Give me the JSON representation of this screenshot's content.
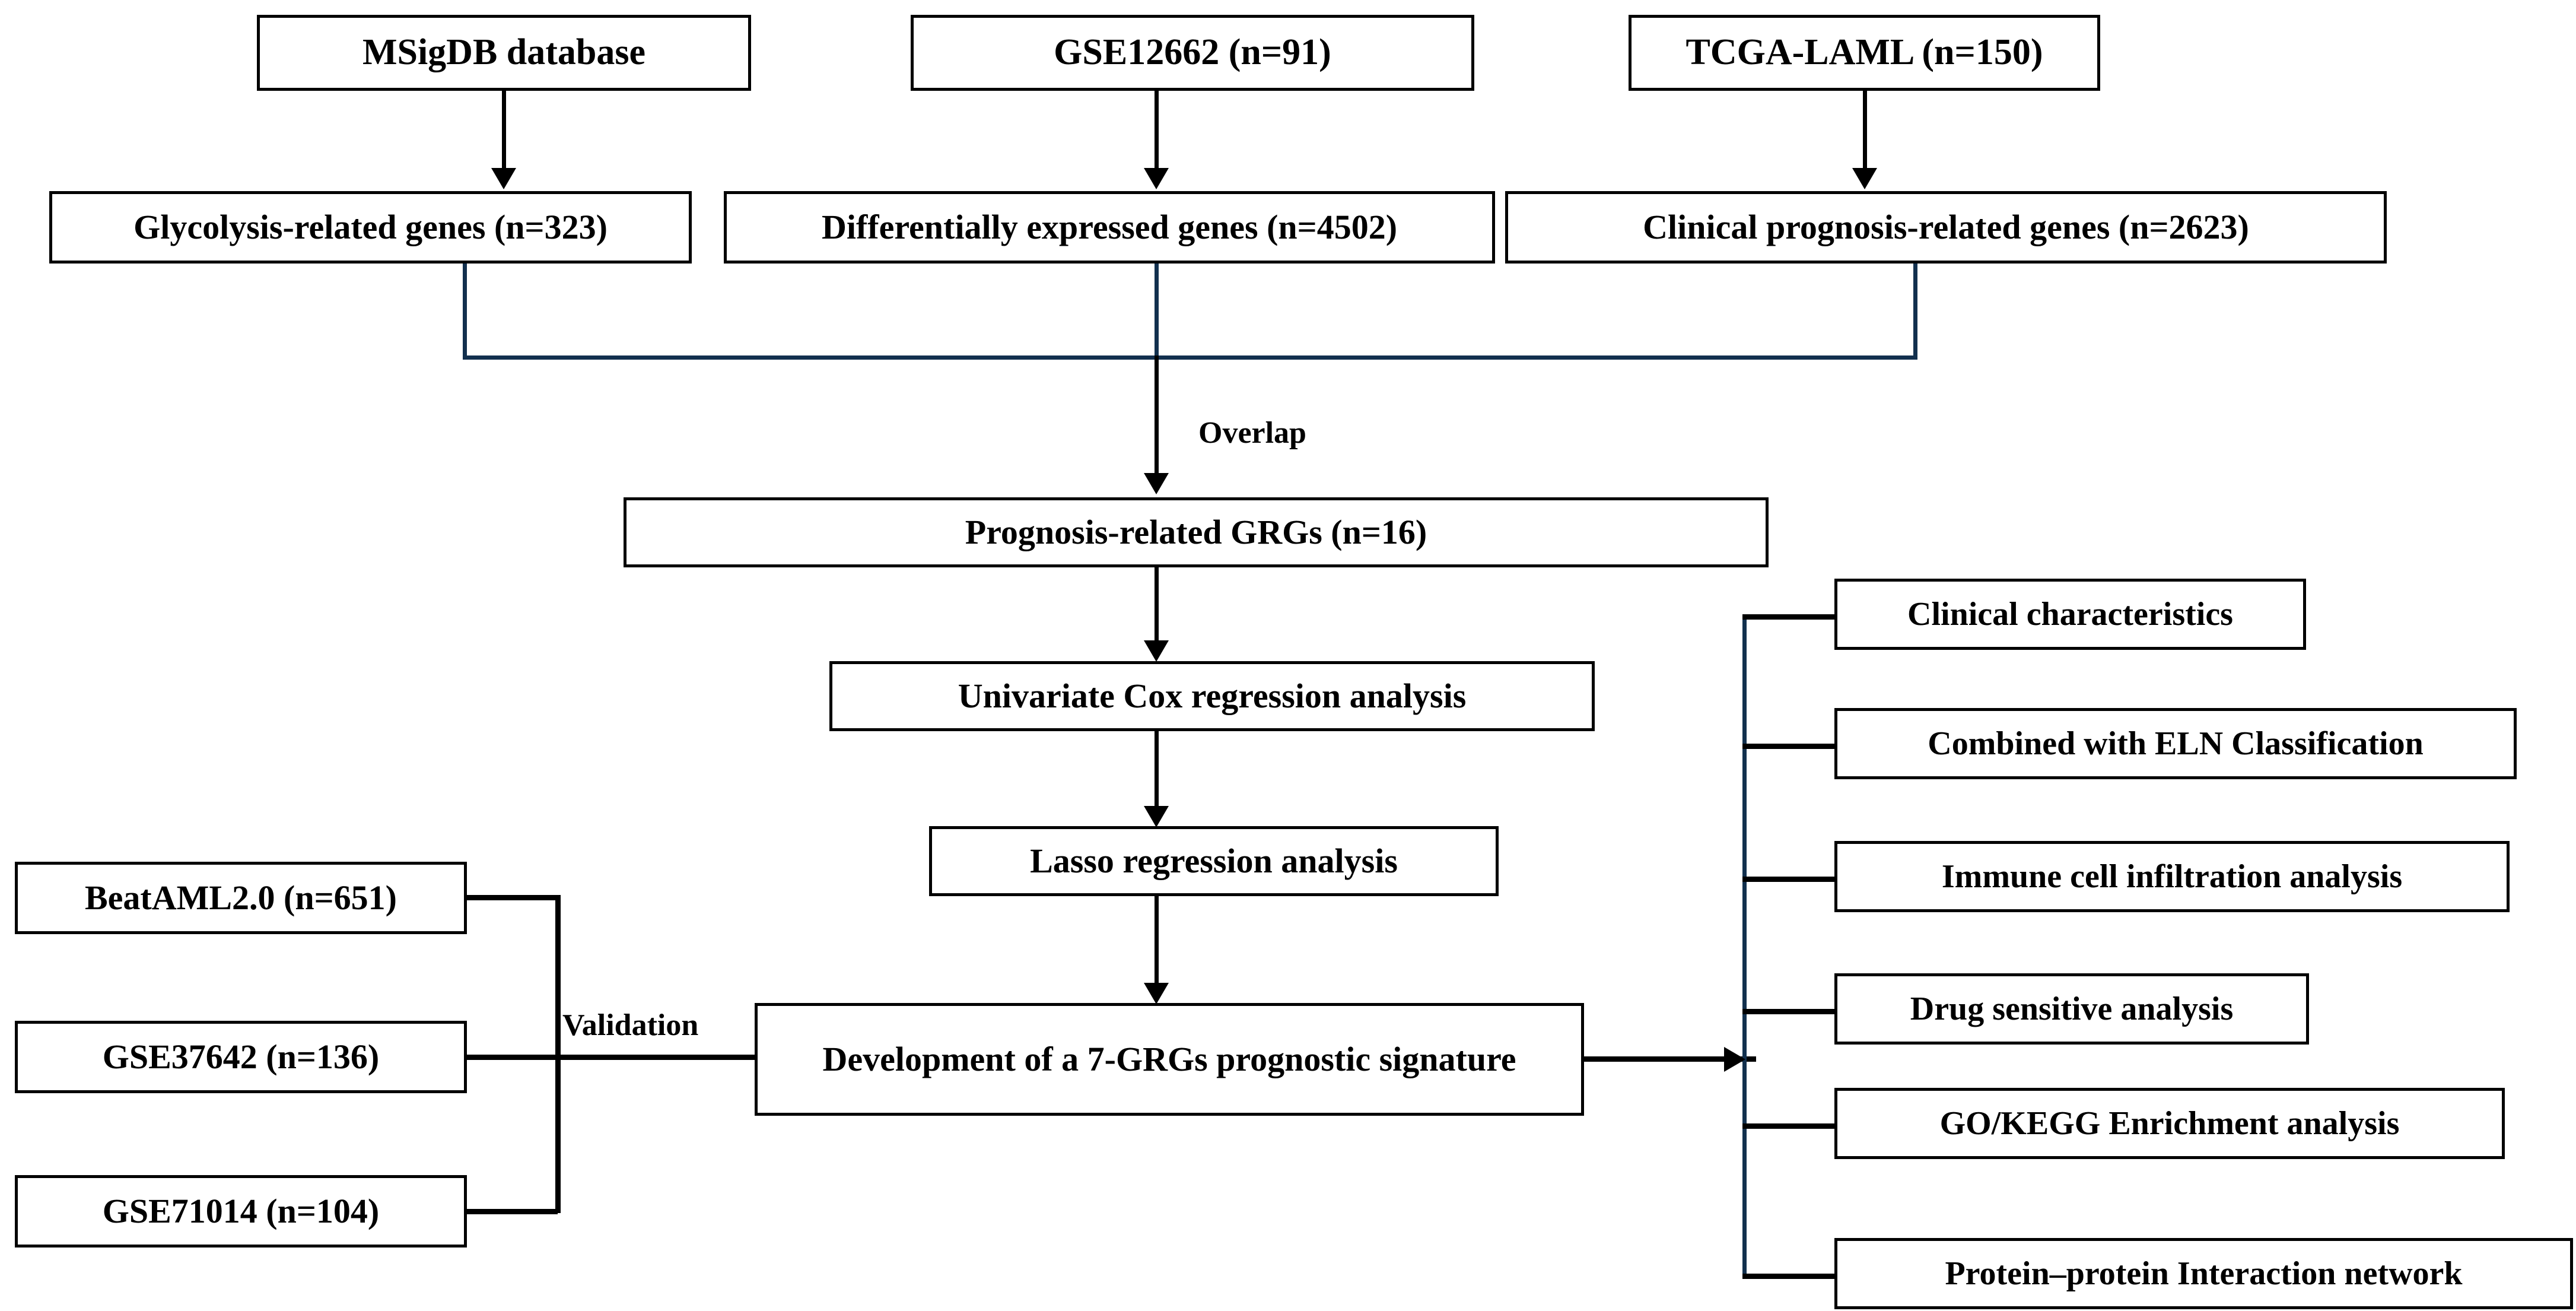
{
  "diagram": {
    "title": "Glycolysis-related gene prognostic signature study workflow",
    "accent_color": "#12304e",
    "line_color": "#000000",
    "background": "#ffffff"
  },
  "nodes": {
    "msigdb": "MSigDB database",
    "gse12662": "GSE12662 (n=91)",
    "tcga_laml": "TCGA-LAML (n=150)",
    "glycolysis_genes": "Glycolysis-related genes (n=323)",
    "deg_genes": "Differentially expressed genes (n=4502)",
    "clinical_prognosis_genes": "Clinical prognosis-related genes (n=2623)",
    "prognosis_grgs": "Prognosis-related GRGs (n=16)",
    "univariate_cox": "Univariate Cox regression analysis",
    "lasso": "Lasso regression analysis",
    "development": "Development of a 7-GRGs prognostic signature",
    "beataml": "BeatAML2.0 (n=651)",
    "gse37642": "GSE37642 (n=136)",
    "gse71014": "GSE71014 (n=104)"
  },
  "downstream": {
    "items": [
      {
        "label": "Clinical characteristics"
      },
      {
        "label": "Combined with ELN Classification"
      },
      {
        "label": "Immune cell infiltration analysis"
      },
      {
        "label": "Drug sensitive analysis"
      },
      {
        "label": "GO/KEGG Enrichment analysis"
      },
      {
        "label": "Protein–protein Interaction  network"
      }
    ]
  },
  "edge_labels": {
    "overlap": "Overlap",
    "validation": "Validation"
  }
}
